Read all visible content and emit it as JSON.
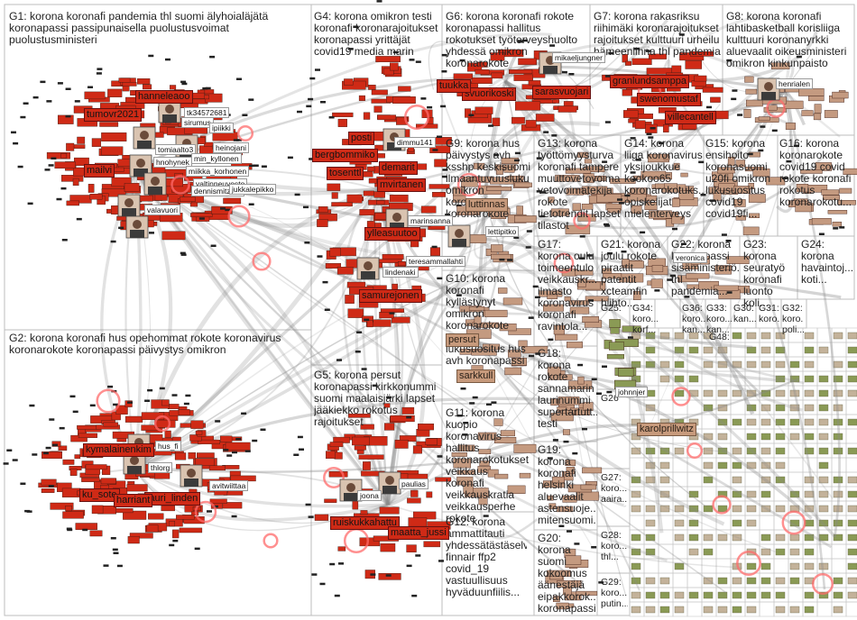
{
  "colors": {
    "background": "#ffffff",
    "panel_border": "#bdbdbd",
    "edge": "#8a8a8a",
    "node_red": "#cf2a16",
    "node_tan": "#c49a80",
    "node_olive": "#8a9a55",
    "node_dark": "#222222",
    "ring": "#ff6b6b"
  },
  "groups": [
    {
      "id": "G1",
      "label": "G1: korona koronafi pandemia thl suomi älyhoialäjätä koronapassi passipunaisella puolustusvoimat puolustusministeri"
    },
    {
      "id": "G2",
      "label": "G2: korona koronafi hus opehommat rokote koronavirus koronarokote koronapassi päivystys omikron"
    },
    {
      "id": "G4",
      "label": "G4: korona omikron testi koronafi koronarajoitukset koronapassi yrittäjät covid19 media marin"
    },
    {
      "id": "G5",
      "label": "G5: korona persut koronapassi kirkkonummi suomi maalaisjärki lapset jääkiekko rokotus rajoitukset"
    },
    {
      "id": "G6",
      "label": "G6: korona koronafi rokote koronapassi hallitus rokotukset työterveyshuolto yhdessä omikron koronarokote"
    },
    {
      "id": "G7",
      "label": "G7: korona rakasriksu riihimäki koronarajoitukset rajoitukset kulttuuri urheilu hämeenlinna thl pandemia"
    },
    {
      "id": "G8",
      "label": "G8: korona koronafi lahtibasketball korisliiga kulttuuri koronanyrkki aluevaalit oikeusministeri omikron kinkunpaisto"
    },
    {
      "id": "G9",
      "label": "G9: korona hus päivystys avh ksshp keskisuomi ilmaantuvuusluku omikron koronavirus koronarokote"
    },
    {
      "id": "G10",
      "label": "G10: korona koronafi kyllästynyt omikron koronarokote persut lukusuositus hus avh koronapassi"
    },
    {
      "id": "G11",
      "label": "G11: korona kuopio koronavirus hallitus koronarokotukset veikkaus koronafi veikkauskratia veikkausperhe rokote"
    },
    {
      "id": "G12",
      "label": "G12: korona ammattitauti yhdessätästäselv... finnair ffp2 covid_19 vastuullisuus hyväduunfiilis..."
    },
    {
      "id": "G13",
      "label": "G13: korona työttömyysturva koronafi tampere muuttovetovoima vetovoimatekija rokote tietotrendit lapset tilastot"
    },
    {
      "id": "G14",
      "label": "G14: korona liiga koronavirus yksijoukkue kookoo65 koronarokotuks... opiskelijat mielenterveys"
    },
    {
      "id": "G15",
      "label": "G15: korona ensihoito koronasuomi u20fi omikron lukusuositus covid19 covid19fi..."
    },
    {
      "id": "G16",
      "label": "G16: korona koronarokote covid19 covid rokote koronafi rokotus koronarokotu..."
    },
    {
      "id": "G17",
      "label": "G17: korona oulu toimeentulo veikkauskr... ilmasto koronavirus koronafi ravintola..."
    },
    {
      "id": "G18",
      "label": "G18: korona rokote sannamarin laurinummi supertartutt... testi"
    },
    {
      "id": "G19",
      "label": "G19: korona koronafi helsinki aluevaalit astensuoje... mitensuomi..."
    },
    {
      "id": "G20",
      "label": "G20: korona suomi kokoomus äänestäjä eipakkorok... koronapassi"
    },
    {
      "id": "G21",
      "label": "G21: korona joulu rokote piraatit patentit xcteamfin hiihto..."
    },
    {
      "id": "G22",
      "label": "G22: korona koronapassi sisäministeriö... thl pandemia..."
    },
    {
      "id": "G23",
      "label": "G23: korona seuratyö koronafi luonto koli..."
    },
    {
      "id": "G24",
      "label": "G24: korona havaintoj... koti..."
    },
    {
      "id": "G25",
      "label": "G25:"
    },
    {
      "id": "G26",
      "label": "G26"
    },
    {
      "id": "G27",
      "label": "G27: koro... aaira..."
    },
    {
      "id": "G28",
      "label": "G28: koro... thl..."
    },
    {
      "id": "G29",
      "label": "G29: koro... putin..."
    },
    {
      "id": "G30",
      "label": "G30: kan..."
    },
    {
      "id": "G31",
      "label": "G31: koro..."
    },
    {
      "id": "G32",
      "label": "G32: koro... poli..."
    },
    {
      "id": "G33",
      "label": "G33: koro... kan..."
    },
    {
      "id": "G34",
      "label": "G34: koro... korf..."
    },
    {
      "id": "G36",
      "label": "G36: koro... kan..."
    },
    {
      "id": "G48",
      "label": "G48:"
    }
  ],
  "user_tags": [
    "tk34572681",
    "sirumus",
    "ipiikki",
    "tomiaalto3",
    "heinojani",
    "hnohynek",
    "min_kyllonen",
    "miikka_korhonen",
    "valtinneuvosto",
    "dennismitzner",
    "jukkalepikko",
    "valavuori",
    "dimmu141",
    "marinsanna",
    "lettipitko",
    "teresammallahti",
    "lindenaki",
    "mikaeljungner",
    "henrialen",
    "hus_fi",
    "thlorg",
    "avitwiittaa",
    "paulias",
    "joona",
    "karolprillwitz",
    "veronica",
    "johnnjer"
  ],
  "hub_labels_red": [
    "tumovr2021",
    "hanneleaoo",
    "mailvi",
    "posti",
    "bergbommiko",
    "tosenttl",
    "demarit",
    "mvirtanen",
    "ylleasuutoo",
    "samurejonen",
    "ku_sote",
    "kymalainenkim",
    "lauri_linden",
    "harriant",
    "ruiskukkahattu",
    "maatta_jussi",
    "svuorikoski",
    "sarasvuojari",
    "tuukka",
    "granlundsamppa",
    "villecantell",
    "swenomustaf"
  ],
  "hub_labels_tan": [
    "sarkkull",
    "karolprillwitz",
    "persut",
    "luttinnas"
  ]
}
